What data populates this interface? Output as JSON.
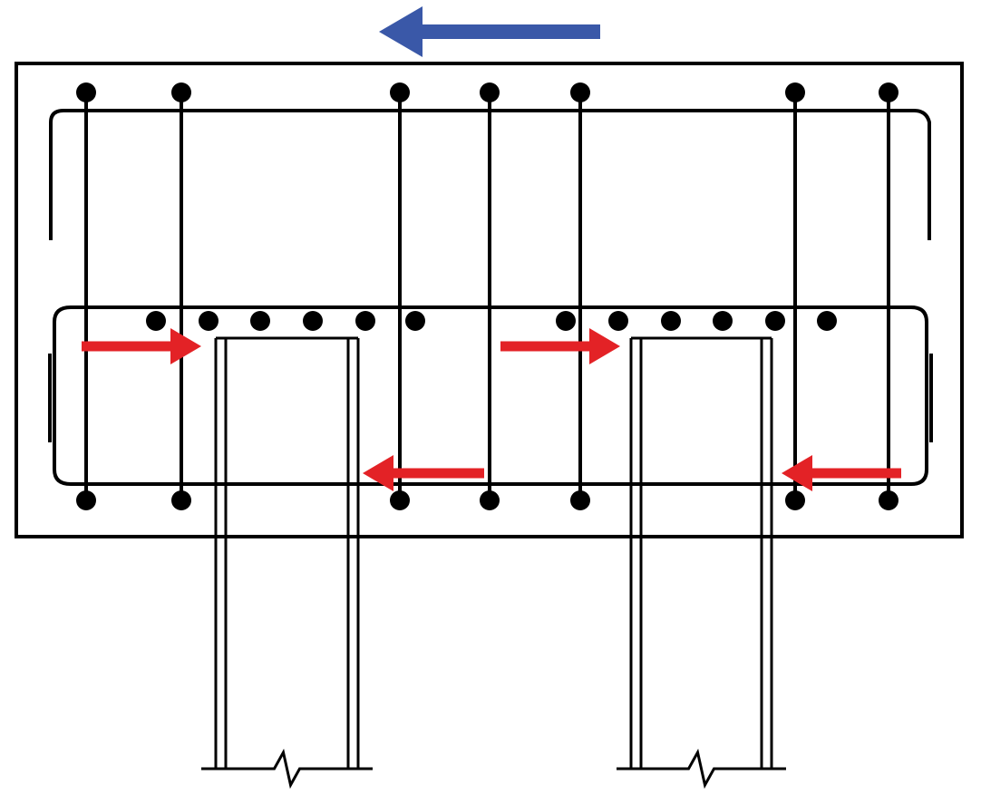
{
  "colors": {
    "line": "#000000",
    "background": "#ffffff",
    "shear_arrow": "#e32226",
    "load_arrow": "#3a58a8"
  },
  "diagram": {
    "load_arrow_direction": "left",
    "shear_arrows": {
      "upper_row_direction": "right",
      "lower_row_direction": "left",
      "count_per_row": 2
    },
    "pile_count": 2,
    "top_bar_count": 7,
    "bottom_bar_count": 7,
    "mid_layer_bar_count_per_group": 6,
    "mid_layer_group_count": 2,
    "pile_break_symbol": "zigzag"
  }
}
